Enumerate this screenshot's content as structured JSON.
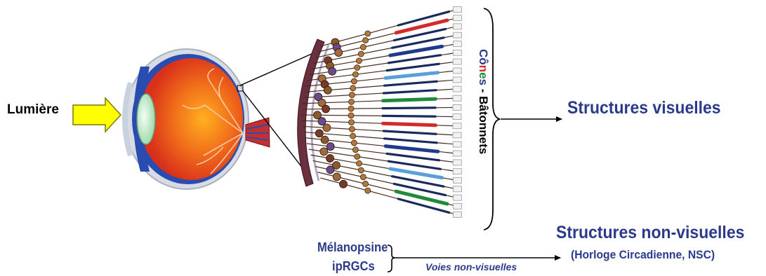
{
  "labels": {
    "lumiere": "Lumière",
    "cones_letters": [
      "C",
      "ô",
      "n",
      "e",
      "s"
    ],
    "cones_letter_colors": [
      "#2c3a8c",
      "#2c3a8c",
      "#d42a2a",
      "#1f8a3a",
      "#2c3a8c"
    ],
    "separator": " - ",
    "batonnets": "Bâtonnets",
    "structures_visuelles": "Structures visuelles",
    "structures_non_visuelles": "Structures non-visuelles",
    "structures_non_visuelles_sub": "(Horloge Circadienne, NSC)",
    "melanopsine": "Mélanopsine",
    "iprgcs": "ipRGCs",
    "voies_non_visuelles": "Voies non-visuelles"
  },
  "colors": {
    "label_blue": "#2c3a8c",
    "arrow_yellow": "#ffff00",
    "eye_red": "#e8401a",
    "eye_orange": "#f39a1e",
    "eye_blue": "#2a4bb0"
  }
}
